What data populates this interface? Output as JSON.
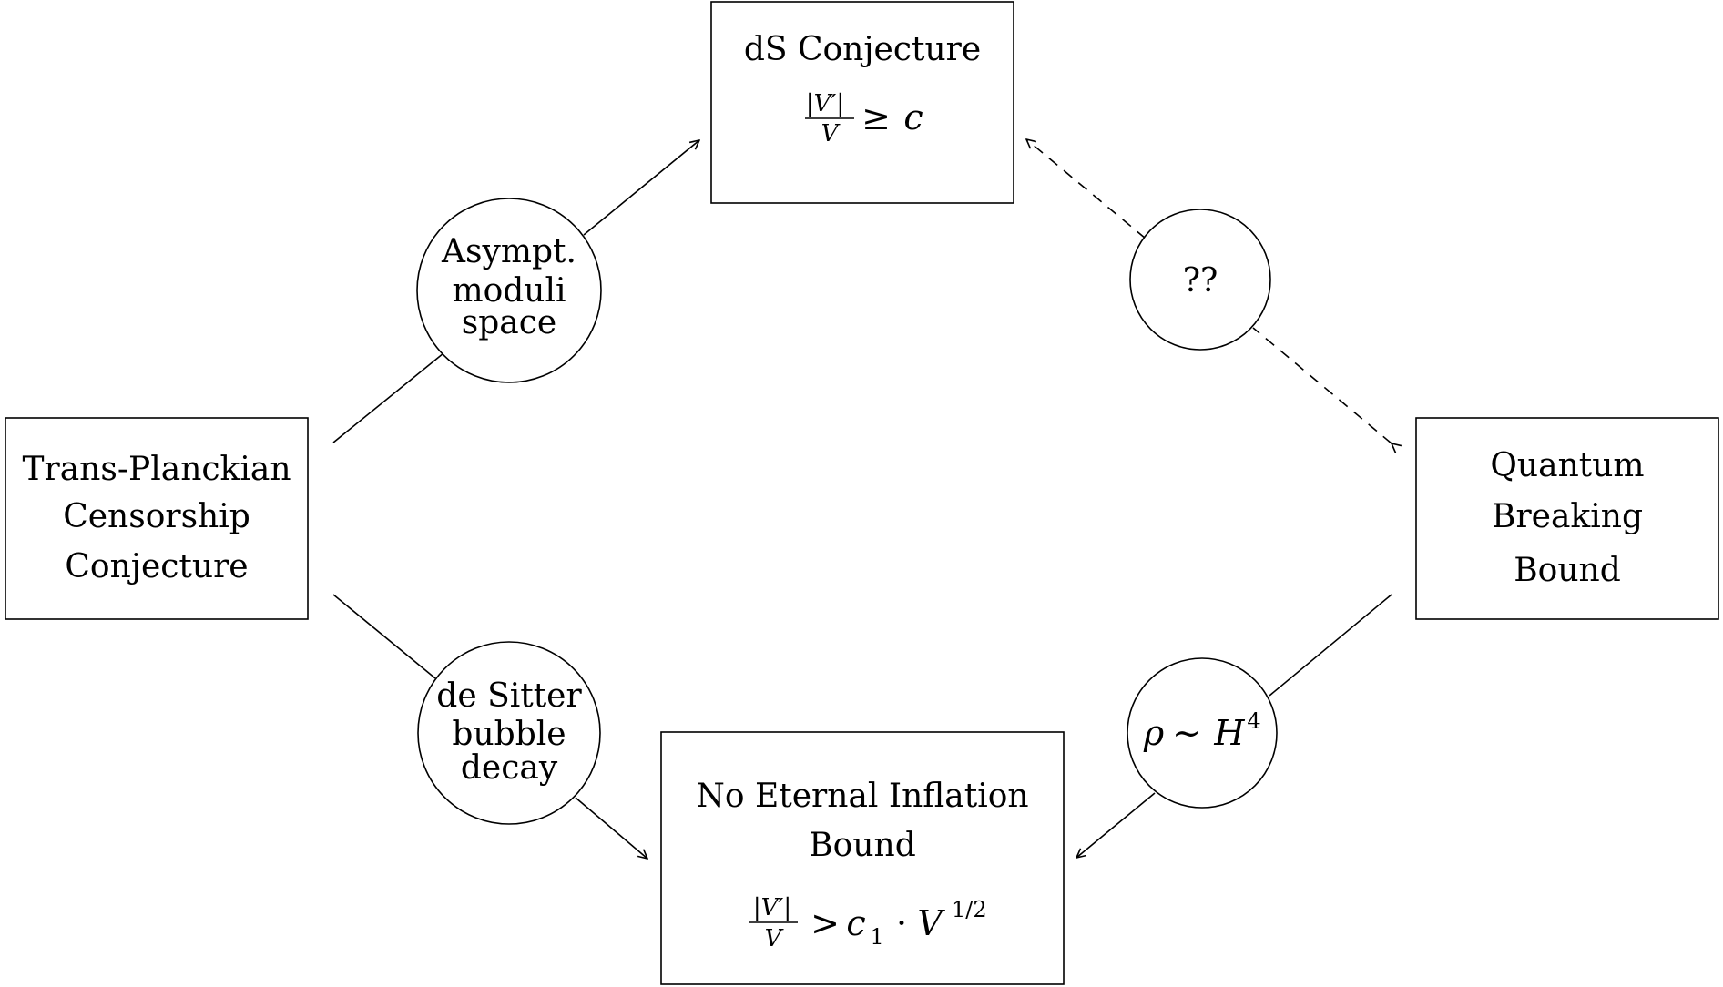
{
  "nodes": {
    "ds_conjecture": {
      "title": "dS Conjecture",
      "formula": {
        "num": "|V′|",
        "den": "V",
        "rel": "≥",
        "rhs": "c"
      }
    },
    "tcc": {
      "lines": [
        "Trans-Planckian",
        "Censorship",
        "Conjecture"
      ]
    },
    "quantum_breaking": {
      "lines": [
        "Quantum",
        "Breaking",
        "Bound"
      ]
    },
    "no_eternal_inflation": {
      "lines": [
        "No Eternal Inflation",
        "Bound"
      ],
      "formula": {
        "num": "|V′|",
        "den": "V",
        "rel": ">",
        "c": "c",
        "sub": "1",
        "dot": "·",
        "V": "V",
        "exp": "1/2"
      }
    }
  },
  "edges": {
    "asympt": {
      "lines": [
        "Asympt.",
        "moduli",
        "space"
      ],
      "style": "solid"
    },
    "unknown": {
      "label": "??",
      "style": "dashed"
    },
    "de_sitter": {
      "lines": [
        "de Sitter",
        "bubble",
        "decay"
      ],
      "style": "solid"
    },
    "rho": {
      "rho": "ρ",
      "sim": "∼",
      "H": "H",
      "exp": "4",
      "style": "solid"
    }
  }
}
